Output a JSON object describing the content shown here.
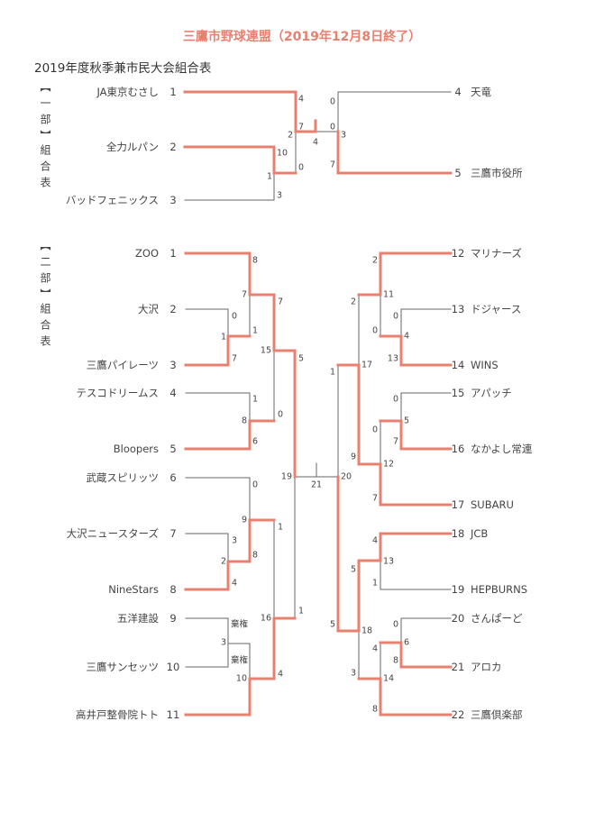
{
  "header": {
    "title": "三鷹市野球連盟（2019年12月8日終了）",
    "subtitle": "2019年度秋季兼市民大会組合表"
  },
  "colors": {
    "winner_line": "#e8806f",
    "loser_line": "#666666",
    "title": "#e8806f"
  },
  "division1": {
    "label": "【一部】",
    "label2": "組合表",
    "teams_left": [
      {
        "num": "1",
        "name": "JA東京むさし"
      },
      {
        "num": "2",
        "name": "全力ルパン"
      },
      {
        "num": "3",
        "name": "バッドフェニックス"
      }
    ],
    "teams_right": [
      {
        "num": "4",
        "name": "天竜"
      },
      {
        "num": "5",
        "name": "三鷹市役所"
      }
    ],
    "scores": [
      "4",
      "7",
      "2",
      "0",
      "10",
      "1",
      "3",
      "0",
      "0",
      "3",
      "7",
      "4"
    ]
  },
  "division2": {
    "label": "【二部】",
    "label2": "組合表",
    "teams_left": [
      {
        "num": "1",
        "name": "ZOO"
      },
      {
        "num": "2",
        "name": "大沢"
      },
      {
        "num": "3",
        "name": "三鷹パイレーツ"
      },
      {
        "num": "4",
        "name": "テスコドリームス"
      },
      {
        "num": "5",
        "name": "Bloopers"
      },
      {
        "num": "6",
        "name": "武蔵スピリッツ"
      },
      {
        "num": "7",
        "name": "大沢ニュースターズ"
      },
      {
        "num": "8",
        "name": "NineStars"
      },
      {
        "num": "9",
        "name": "五洋建設"
      },
      {
        "num": "10",
        "name": "三鷹サンセッツ"
      },
      {
        "num": "11",
        "name": "高井戸整骨院トト"
      }
    ],
    "teams_right": [
      {
        "num": "12",
        "name": "マリナーズ"
      },
      {
        "num": "13",
        "name": "ドジャース"
      },
      {
        "num": "14",
        "name": "WINS"
      },
      {
        "num": "15",
        "name": "アパッチ"
      },
      {
        "num": "16",
        "name": "なかよし常連"
      },
      {
        "num": "17",
        "name": "SUBARU"
      },
      {
        "num": "18",
        "name": "JCB"
      },
      {
        "num": "19",
        "name": "HEPBURNS"
      },
      {
        "num": "20",
        "name": "さんぱーど"
      },
      {
        "num": "21",
        "name": "アロカ"
      },
      {
        "num": "22",
        "name": "三鷹倶楽部"
      }
    ],
    "scores": [
      "8",
      "7",
      "7",
      "0",
      "1",
      "1",
      "7",
      "15",
      "5",
      "1",
      "8",
      "0",
      "6",
      "19",
      "21",
      "20",
      "0",
      "9",
      "1",
      "3",
      "2",
      "8",
      "4",
      "16",
      "1",
      "棄権",
      "3",
      "棄権",
      "10",
      "4",
      "2",
      "11",
      "0",
      "0",
      "4",
      "13",
      "0",
      "5",
      "7",
      "0",
      "12",
      "7",
      "2",
      "9",
      "17",
      "1",
      "5",
      "4",
      "13",
      "1",
      "5",
      "18",
      "3",
      "0",
      "6",
      "4",
      "8",
      "14",
      "8"
    ]
  }
}
